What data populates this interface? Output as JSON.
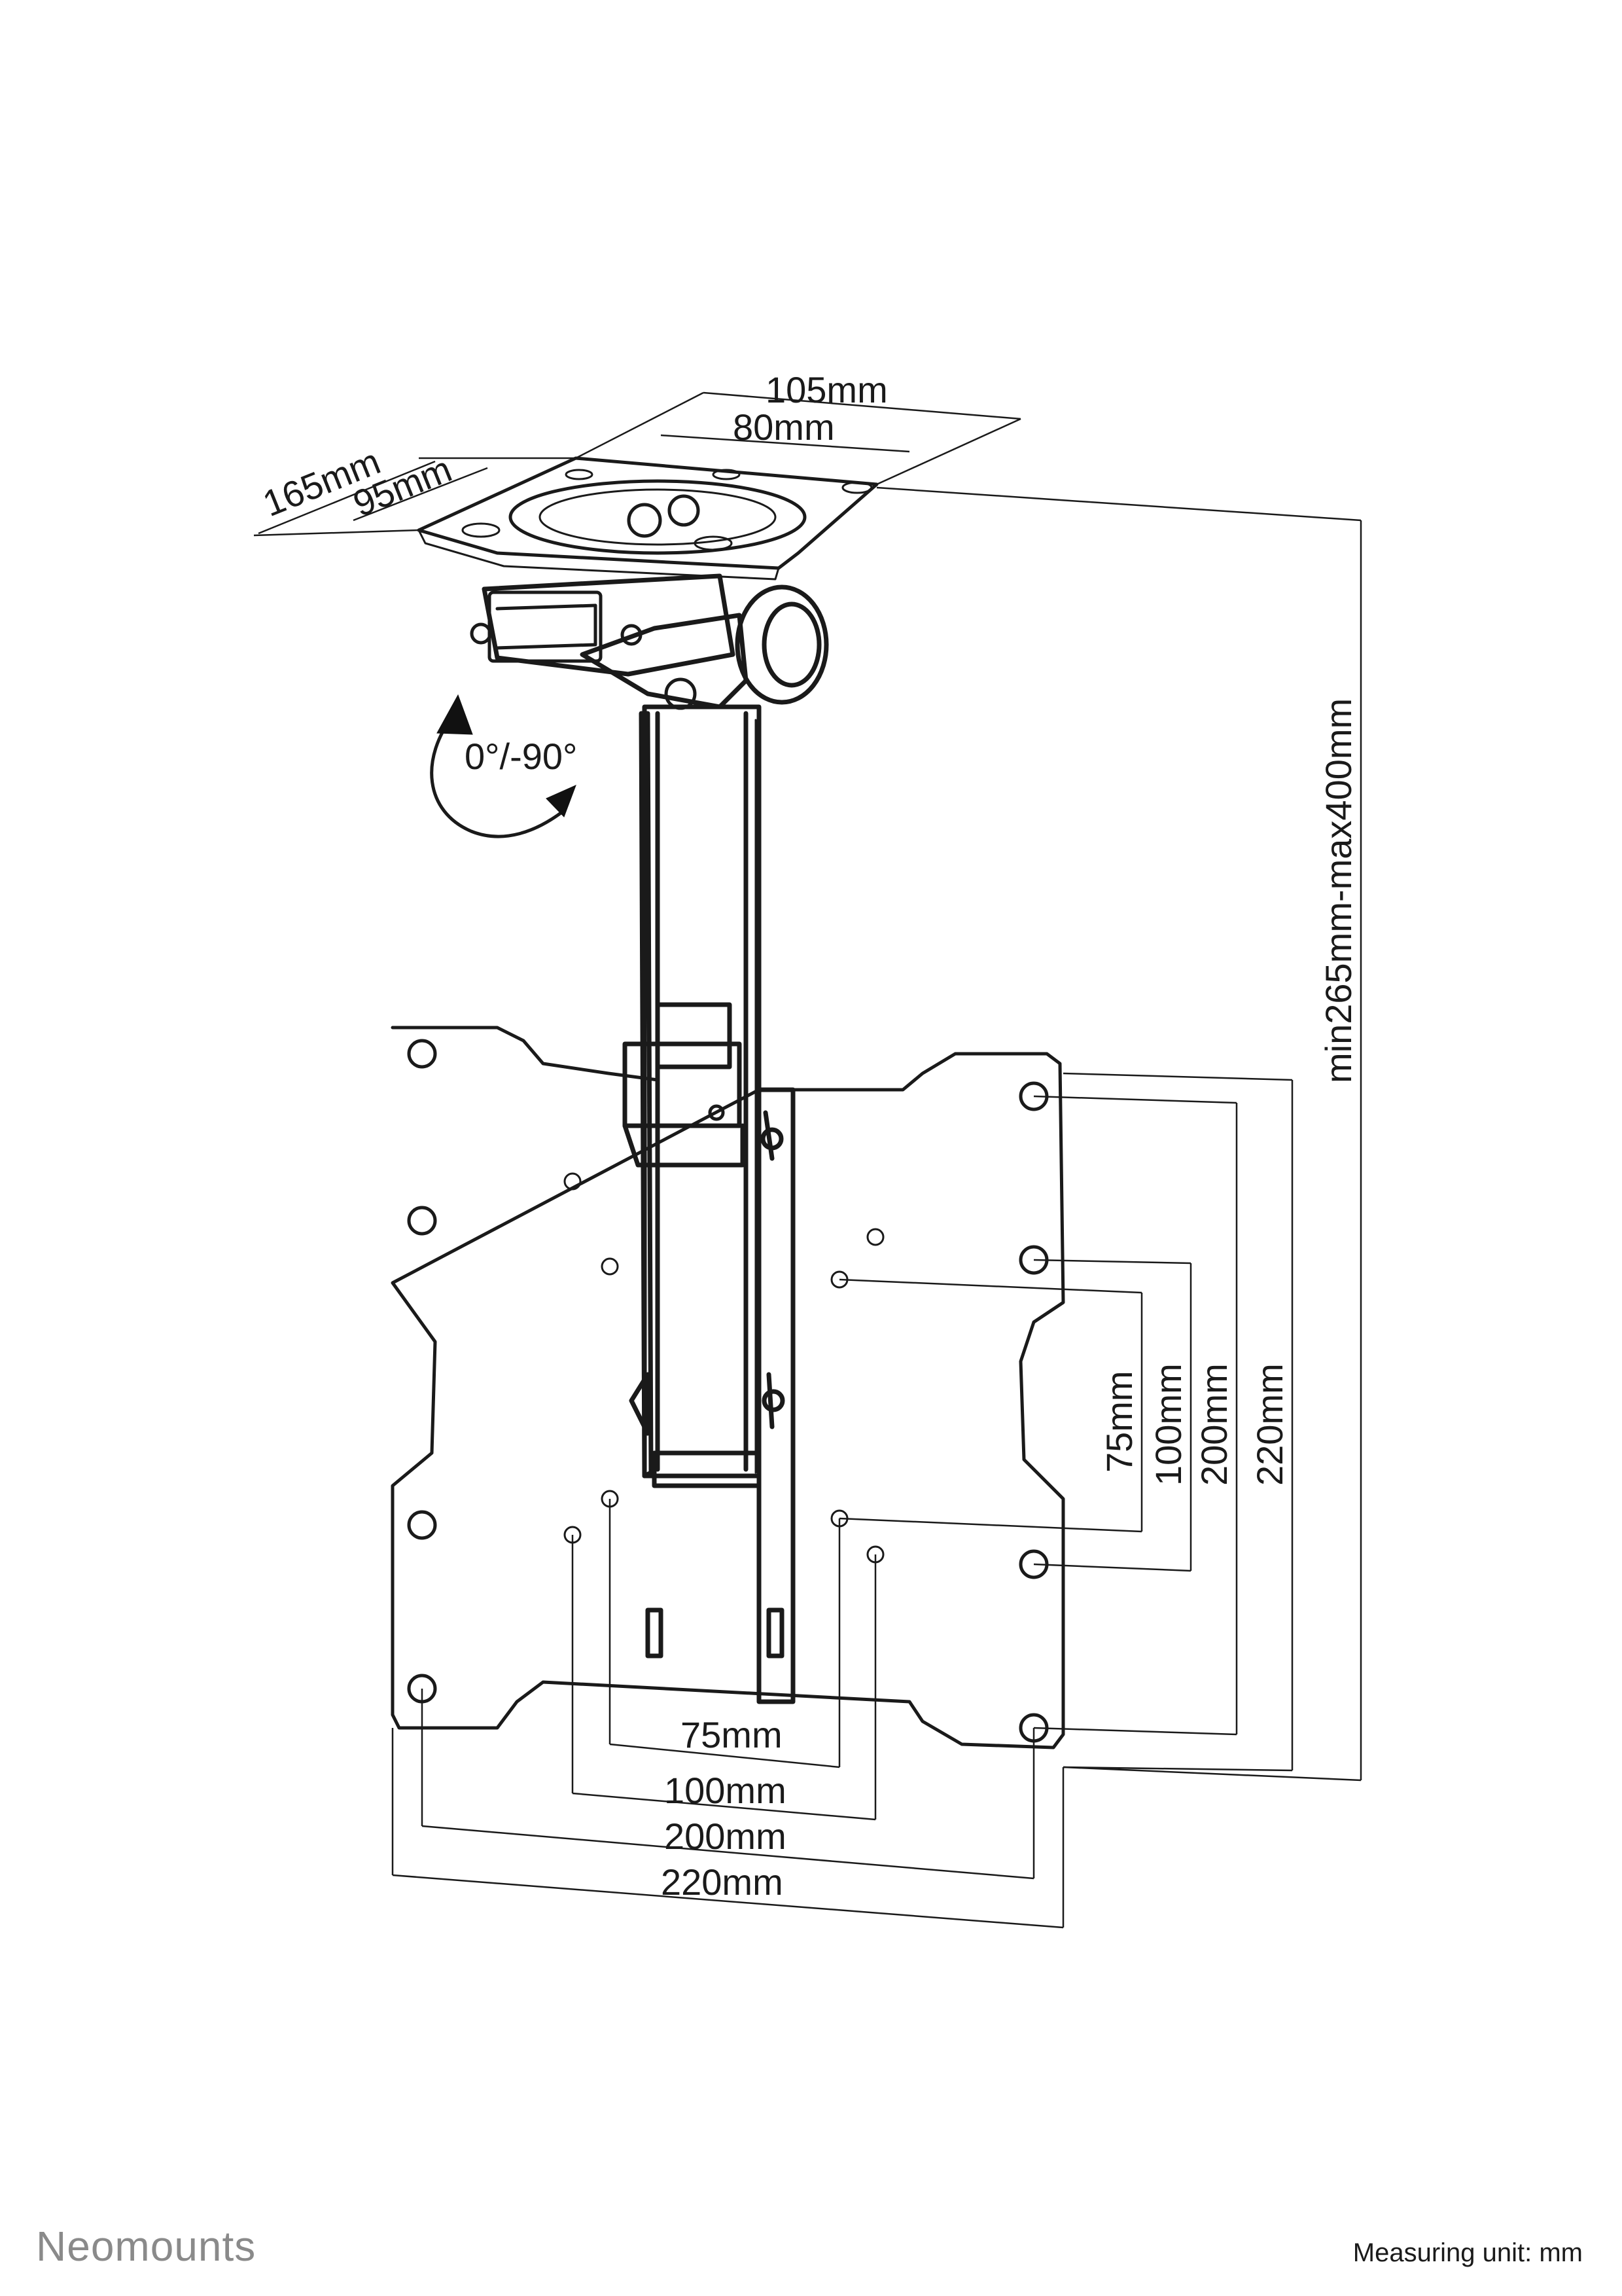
{
  "brand": "Neomounts",
  "measuring_unit": "Measuring unit: mm",
  "rotation": "0°/-90°",
  "ceiling_plate": {
    "depth_outer": "165mm",
    "depth_inner": "95mm",
    "width_outer": "105mm",
    "width_inner": "80mm"
  },
  "height_range": "min265mm-max400mm",
  "vesa_horizontal": [
    "75mm",
    "100mm",
    "200mm",
    "220mm"
  ],
  "vesa_vertical": [
    "75mm",
    "100mm",
    "200mm",
    "220mm"
  ],
  "colors": {
    "line": "#1a1a1a",
    "brand": "#8a8a8a"
  }
}
